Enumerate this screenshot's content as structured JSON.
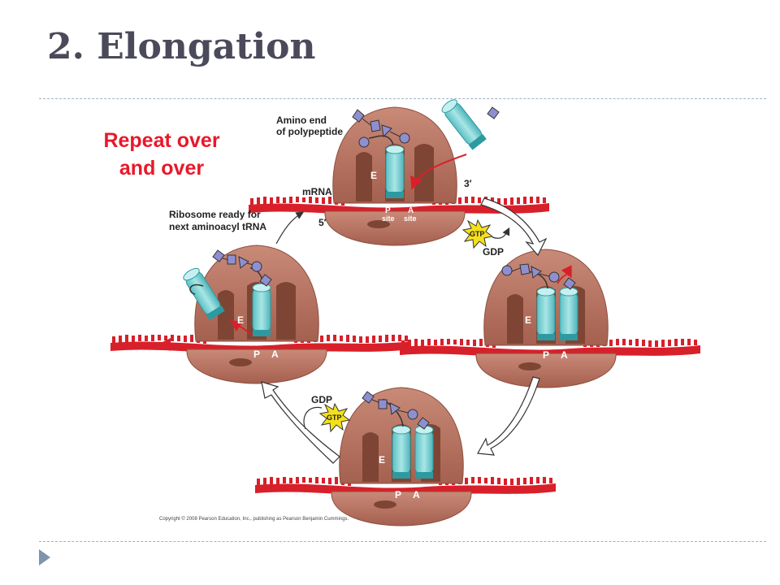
{
  "slide": {
    "title": "2. Elongation",
    "repeat_line1": "Repeat over",
    "repeat_line2": "and over",
    "copyright": "Copyright © 2008 Pearson Education, Inc., publishing as Pearson Benjamin Cummings."
  },
  "diagram": {
    "amino_end_line1": "Amino end",
    "amino_end_line2": "of polypeptide",
    "mrna": "mRNA",
    "three_prime": "3′",
    "five_prime": "5′",
    "e_site": "E",
    "p": "P",
    "a": "A",
    "site": "site",
    "ribosome_ready_line1": "Ribosome ready for",
    "ribosome_ready_line2": "next aminoacyl tRNA",
    "gtp": "GTP",
    "gdp": "GDP"
  },
  "colors": {
    "ribosome": "#b5705e",
    "ribosome_dark": "#7e4535",
    "trna": "#8fd8d8",
    "trna_dark": "#2c9aa0",
    "mrna": "#d8202a",
    "peptide": "#8f8fd0",
    "title": "#4a4a5a",
    "accent_red": "#e8182a"
  },
  "icons": [
    "gtp-burst-icon",
    "cycle-arrow-icon",
    "bullet-triangle-icon"
  ]
}
